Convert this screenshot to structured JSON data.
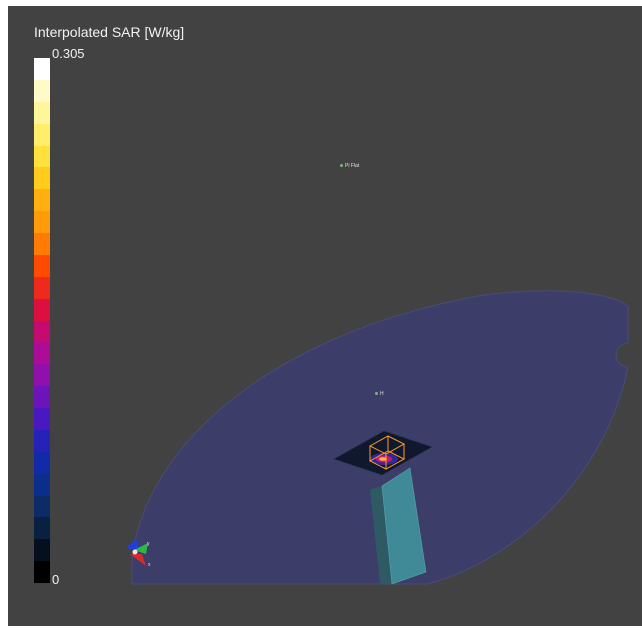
{
  "colorbar": {
    "title": "Interpolated SAR [W/kg]",
    "max_label": "0.305",
    "min_label": "0",
    "colors": [
      "#ffffff",
      "#fffbc8",
      "#fff59a",
      "#ffee6a",
      "#ffe03c",
      "#ffcc1e",
      "#ffb010",
      "#ff9a08",
      "#ff7c04",
      "#ff4a02",
      "#ee2a1c",
      "#dc1040",
      "#c40c6e",
      "#ac0c96",
      "#9010ac",
      "#6c14ba",
      "#4818c0",
      "#2622b8",
      "#122aa8",
      "#0a2e8a",
      "#0c2c66",
      "#0a2040",
      "#060f1e",
      "#000000"
    ]
  },
  "scene": {
    "phantom_color": "#3c3d68",
    "markers": {
      "flat": "Pi Flat",
      "h": "H"
    }
  }
}
